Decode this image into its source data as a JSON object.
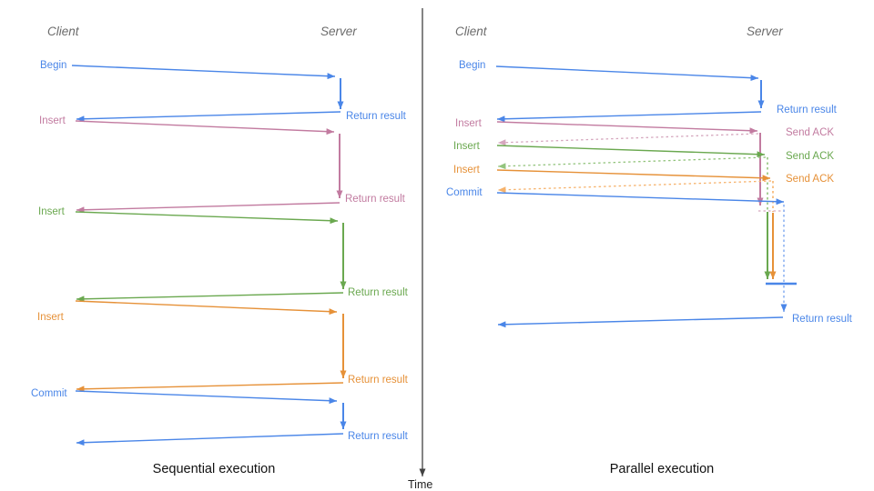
{
  "diagram_type": "client-server sequence diagram",
  "time_axis": {
    "label": "Time"
  },
  "colors": {
    "blue": "#4a86e8",
    "pink": "#c27ba0",
    "green": "#6aa84f",
    "orange": "#e69138",
    "blue_light": "#8db3f2",
    "pink_light": "#d5a6bd",
    "green_light": "#93c47d",
    "orange_light": "#f6b26b",
    "header_gray": "#6b6b6b",
    "axis_gray": "#424242"
  },
  "sequential": {
    "title": "Sequential execution",
    "client_header": "Client",
    "server_header": "Server",
    "steps": [
      {
        "request": "Begin",
        "response": "Return result",
        "color": "#4a86e8"
      },
      {
        "request": "Insert",
        "response": "Return result",
        "color": "#c27ba0"
      },
      {
        "request": "Insert",
        "response": "Return result",
        "color": "#6aa84f"
      },
      {
        "request": "Insert",
        "response": "Return result",
        "color": "#e69138"
      },
      {
        "request": "Commit",
        "response": "Return result",
        "color": "#4a86e8"
      }
    ]
  },
  "parallel": {
    "title": "Parallel execution",
    "client_header": "Client",
    "server_header": "Server",
    "steps": [
      {
        "request": "Begin",
        "response": "Return result",
        "color": "#4a86e8"
      },
      {
        "request": "Insert",
        "response": "Send ACK",
        "color": "#c27ba0"
      },
      {
        "request": "Insert",
        "response": "Send ACK",
        "color": "#6aa84f"
      },
      {
        "request": "Insert",
        "response": "Send ACK",
        "color": "#e69138"
      },
      {
        "request": "Commit",
        "response": "Return result",
        "color": "#4a86e8"
      }
    ]
  }
}
